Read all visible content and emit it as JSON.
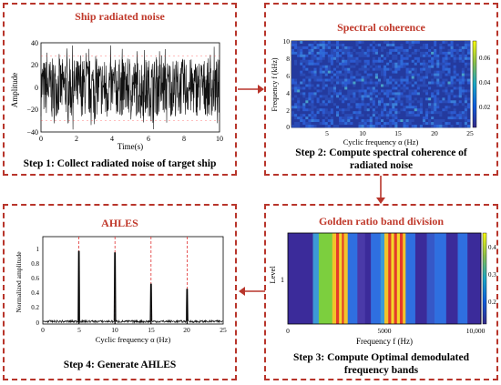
{
  "colors": {
    "accent": "#b8352b",
    "title": "#c0392b"
  },
  "panels": {
    "p1": {
      "title": "Ship radiated noise",
      "step": "Step 1: Collect radiated noise of target ship",
      "ylabel": "Amplitude",
      "xlabel": "Time(s)",
      "yticks": [
        "40",
        "20",
        "0",
        "−20",
        "−40"
      ],
      "xticks": [
        "0",
        "2",
        "4",
        "6",
        "8",
        "10"
      ]
    },
    "p2": {
      "title": "Spectral coherence",
      "step_line1": "Step 2: Compute spectral coherence of",
      "step_line2": "radiated noise",
      "ylabel": "Frequency  f (kHz)",
      "xlabel": "Cyclic frequency α (Hz)",
      "yticks": [
        "10",
        "8",
        "6",
        "4",
        "2",
        "0"
      ],
      "xticks": [
        "5",
        "10",
        "15",
        "20",
        "25"
      ],
      "cticks": [
        "0.06",
        "0.04",
        "0.02"
      ]
    },
    "p3": {
      "title": "Golden ratio band division",
      "step_line1": "Step 3: Compute Optimal demodulated",
      "step_line2": "frequency bands",
      "ylabel": "Level",
      "ytick": "1",
      "xlabel": "Frequency  f  (Hz)",
      "xticks": [
        "0",
        "5000",
        "10,000"
      ],
      "cticks": [
        "0.4",
        "0.3",
        "0.2"
      ]
    },
    "p4": {
      "title": "AHLES",
      "step": "Step 4: Generate AHLES",
      "ylabel": "Normalized amplitude",
      "xlabel": "Cyclic frequency α (Hz)",
      "yticks": [
        "1",
        "0.8",
        "0.6",
        "0.4",
        "0.2",
        "0"
      ],
      "xticks": [
        "0",
        "5",
        "10",
        "15",
        "20",
        "25"
      ]
    }
  },
  "chart_data": [
    {
      "type": "line",
      "title": "Ship radiated noise",
      "xlabel": "Time(s)",
      "ylabel": "Amplitude",
      "xlim": [
        0,
        10
      ],
      "ylim": [
        -40,
        40
      ],
      "description_of_series": "dense random noise within about ±30"
    },
    {
      "type": "heatmap",
      "title": "Spectral coherence",
      "xlabel": "Cyclic frequency α (Hz)",
      "ylabel": "Frequency f (kHz)",
      "xlim": [
        0,
        25
      ],
      "ylim": [
        0,
        10
      ],
      "clim": [
        0,
        0.07
      ]
    },
    {
      "type": "heatmap",
      "title": "Golden ratio band division",
      "xlabel": "Frequency f (Hz)",
      "ylabel": "Level",
      "xlim": [
        0,
        10000
      ],
      "clim": [
        0.15,
        0.45
      ]
    },
    {
      "type": "line",
      "title": "AHLES",
      "xlabel": "Cyclic frequency α (Hz)",
      "ylabel": "Normalized amplitude",
      "xlim": [
        0,
        25
      ],
      "ylim": [
        0,
        1.2
      ],
      "x": [
        5,
        10,
        15,
        20
      ],
      "y": [
        1.0,
        0.98,
        0.55,
        0.48
      ]
    }
  ]
}
